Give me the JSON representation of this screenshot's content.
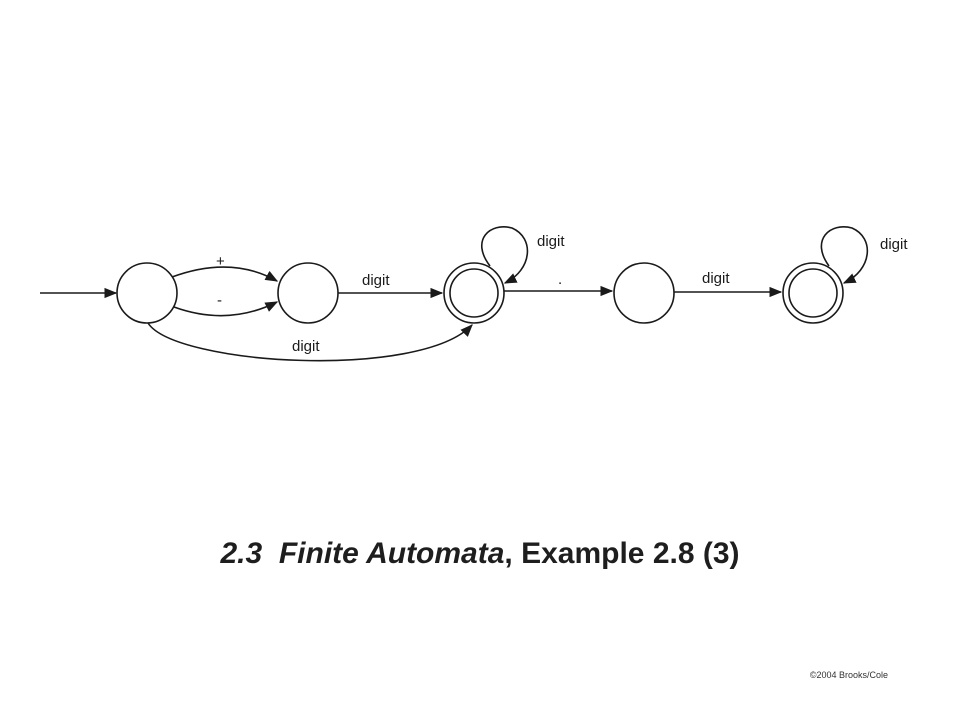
{
  "diagram": {
    "labels": {
      "plus": "+",
      "minus": "-",
      "digit_1_2": "digit",
      "digit_bypass": "digit",
      "digit_loop_2": "digit",
      "dot": ".",
      "digit_3_4": "digit",
      "digit_loop_4": "digit"
    },
    "states": [
      {
        "id": "s0",
        "accepting": false,
        "start": true
      },
      {
        "id": "s1",
        "accepting": false
      },
      {
        "id": "s2",
        "accepting": true
      },
      {
        "id": "s3",
        "accepting": false
      },
      {
        "id": "s4",
        "accepting": true
      }
    ]
  },
  "caption": {
    "section": "2.3",
    "italic_title": "Finite Automata",
    "rest": ", Example 2.8 (3)"
  },
  "copyright": "©2004 Brooks/Cole"
}
